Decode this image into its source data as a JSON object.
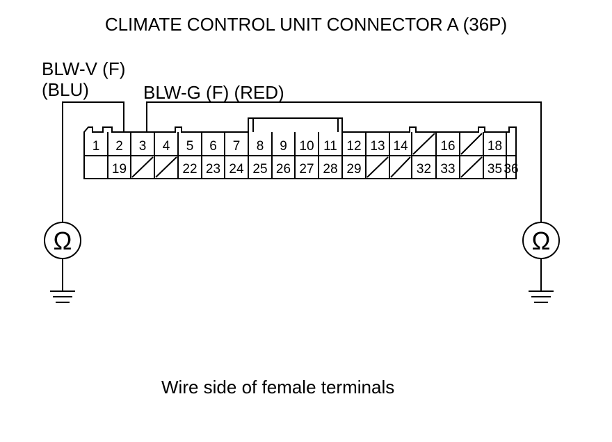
{
  "title": "CLIMATE CONTROL UNIT CONNECTOR A (36P)",
  "caption": "Wire side of female terminals",
  "wires": {
    "left_name": "BLW-V (F)",
    "left_color": "(BLU)",
    "right_label": "BLW-G (F) (RED)"
  },
  "connector": {
    "top_row": [
      "1",
      "2",
      "3",
      "4",
      "5",
      "6",
      "7",
      "8",
      "9",
      "10",
      "11",
      "12",
      "13",
      "14",
      "",
      "16",
      "",
      "18",
      ""
    ],
    "bottom_row": [
      "",
      "19",
      "",
      "",
      "22",
      "23",
      "24",
      "25",
      "26",
      "27",
      "28",
      "29",
      "",
      "",
      "32",
      "33",
      "",
      "35",
      "36"
    ]
  },
  "meters": {
    "symbol": "Ω",
    "left_icon": "ohmmeter-icon",
    "right_icon": "ohmmeter-icon",
    "ground_icon": "ground-icon"
  }
}
